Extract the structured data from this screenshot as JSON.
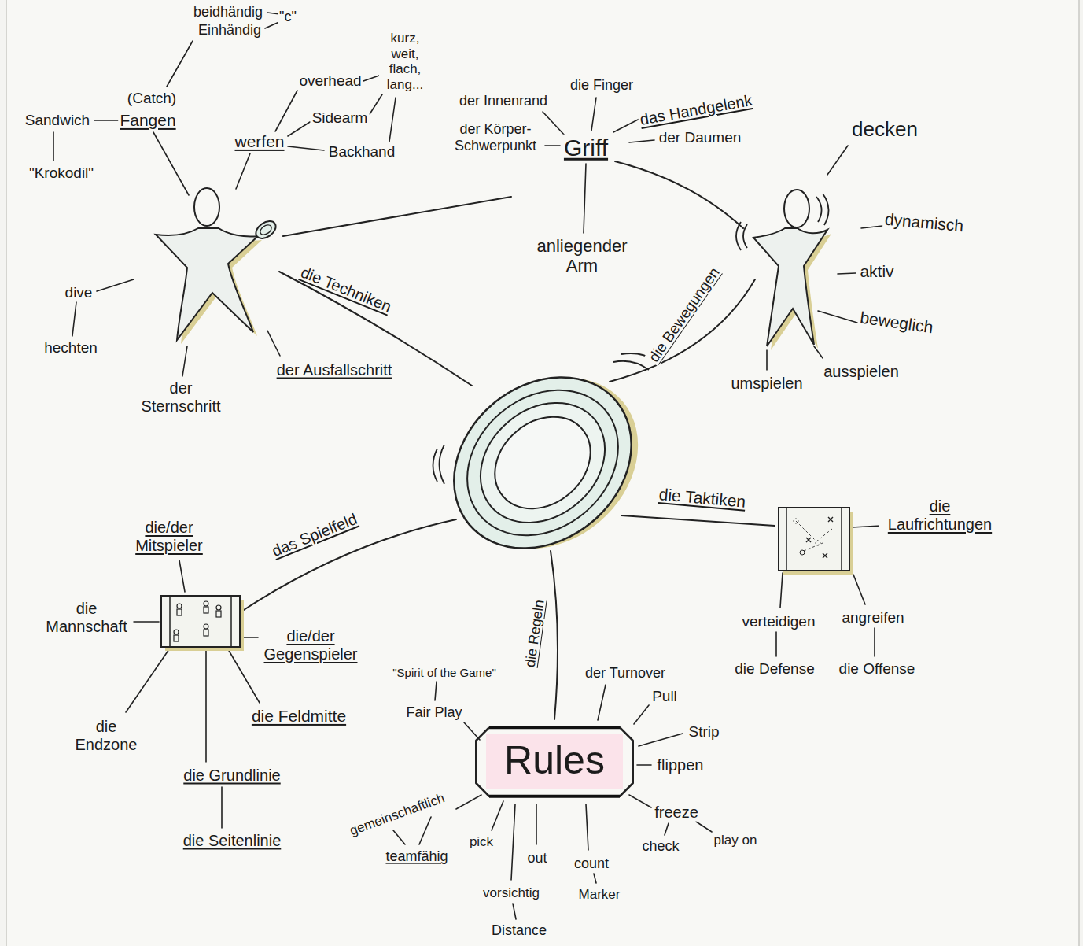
{
  "diagram": {
    "nodes": [
      {
        "text": [
          "Rules"
        ]
      }
    ],
    "labels": [
      "beidhändig",
      "Einhändig",
      "\"c\"",
      "(Catch)",
      "Fangen",
      "Sandwich",
      "\"Krokodil\"",
      "overhead",
      "kurz, weit, flach, lang...",
      "Sidearm",
      "werfen",
      "Backhand",
      "dive",
      "hechten",
      "der Sternschritt",
      "der Ausfallschritt",
      "die Techniken",
      "der Innenrand",
      "die Finger",
      "das Handgelenk",
      "der Körper- Schwerpunkt",
      "Griff",
      "der Daumen",
      "anliegender Arm",
      "die Bewegungen",
      "decken",
      "dynamisch",
      "aktiv",
      "beweglich",
      "umspielen",
      "ausspielen",
      "die Taktiken",
      "die Laufrichtungen",
      "verteidigen",
      "angreifen",
      "die Defense",
      "die Offense",
      "die/der Mitspieler",
      "die Mannschaft",
      "das Spielfeld",
      "die/der Gegenspieler",
      "die Endzone",
      "die Feldmitte",
      "die Grundlinie",
      "die Seitenlinie",
      "die Regeln",
      "\"Spirit of the Game\"",
      "Fair Play",
      "der Turnover",
      "Pull",
      "Strip",
      "flippen",
      "freeze",
      "play on",
      "check",
      "gemeinschaftlich",
      "teamfähig",
      "pick",
      "out",
      "count",
      "vorsichtig",
      "Marker",
      "Distance"
    ]
  }
}
